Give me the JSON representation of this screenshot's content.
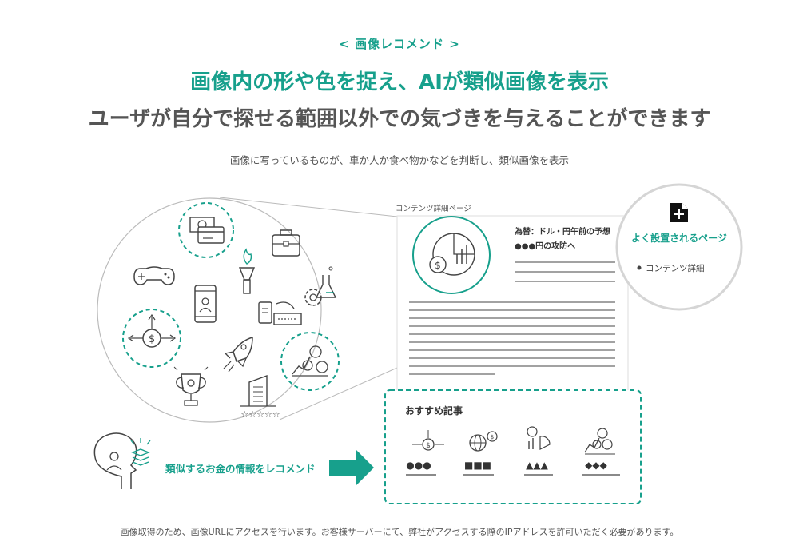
{
  "header": {
    "label": "< 画像レコメンド >",
    "headline1": "画像内の形や色を捉え、AIが類似画像を表示",
    "headline2": "ユーザが自分で探せる範囲以外での気づきを与えることができます",
    "subtext": "画像に写っているものが、車か人か食べ物かなどを判断し、類似画像を表示"
  },
  "page_mock": {
    "caption": "コンテンツ詳細ページ",
    "article_title_1": "為替：ドル・円午前の予想",
    "article_title_2": "●●●円の攻防へ"
  },
  "callout": {
    "title": "よく設置されるページ",
    "item": "コンテンツ詳細",
    "icon": "add-document-icon"
  },
  "recommend": {
    "heading": "おすすめ記事",
    "items": [
      {
        "icon": "dollar-arrows-icon",
        "marks": "●●●"
      },
      {
        "icon": "globe-coin-icon",
        "marks": "■■■"
      },
      {
        "icon": "chart-coins-icon",
        "marks": "▲▲▲"
      },
      {
        "icon": "growth-coins-icon",
        "marks": "◆◆◆"
      }
    ]
  },
  "flow": {
    "label": "類似するお金の情報をレコメンド"
  },
  "rating_stars": "☆☆☆☆☆",
  "colors": {
    "accent": "#17a08c",
    "text": "#555555",
    "line": "#444444"
  },
  "footer": {
    "note": "画像取得のため、画像URLにアクセスを行います。お客様サーバーにて、弊社がアクセスする際のIPアドレスを許可いただく必要があります。"
  }
}
